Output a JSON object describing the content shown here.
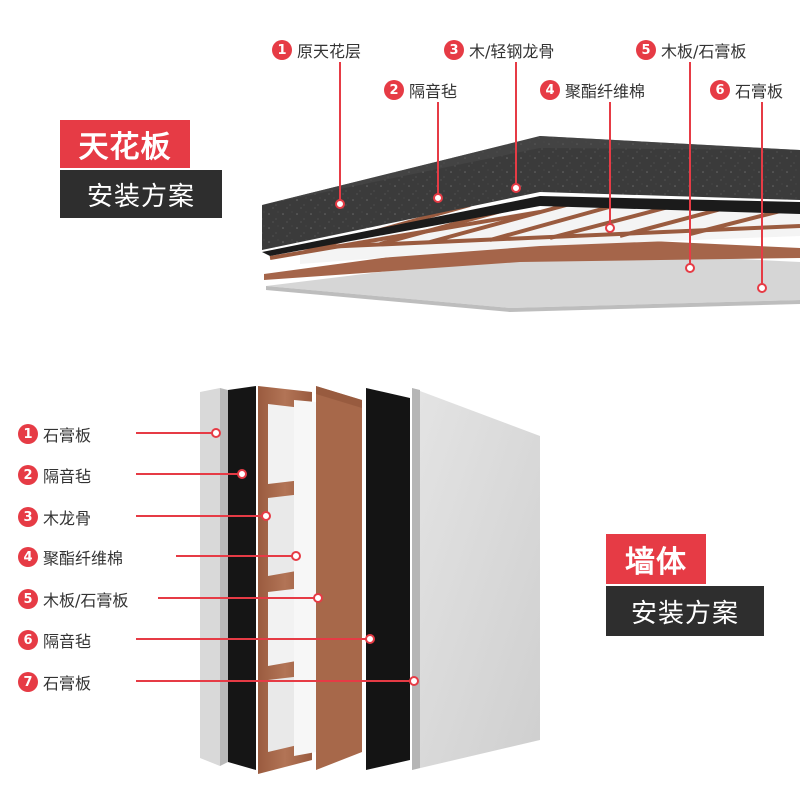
{
  "ceiling": {
    "title_red": "天花板",
    "title_dark": "安装方案",
    "labels": [
      {
        "num": "1",
        "text": "原天花层"
      },
      {
        "num": "2",
        "text": "隔音毡"
      },
      {
        "num": "3",
        "text": "木/轻钢龙骨"
      },
      {
        "num": "4",
        "text": "聚酯纤维棉"
      },
      {
        "num": "5",
        "text": "木板/石膏板"
      },
      {
        "num": "6",
        "text": "石膏板"
      }
    ]
  },
  "wall": {
    "title_red": "墙体",
    "title_dark": "安装方案",
    "labels": [
      {
        "num": "1",
        "text": "石膏板"
      },
      {
        "num": "2",
        "text": "隔音毡"
      },
      {
        "num": "3",
        "text": "木龙骨"
      },
      {
        "num": "4",
        "text": "聚酯纤维棉"
      },
      {
        "num": "5",
        "text": "木板/石膏板"
      },
      {
        "num": "6",
        "text": "隔音毡"
      },
      {
        "num": "7",
        "text": "石膏板"
      }
    ]
  },
  "colors": {
    "accent": "#e63b45",
    "dark_panel": "#2e2e2e",
    "concrete": "#3a3a3a",
    "wood": "#a7684a",
    "gypsum": "#d9d9d9",
    "acoustic_felt": "#111111"
  }
}
